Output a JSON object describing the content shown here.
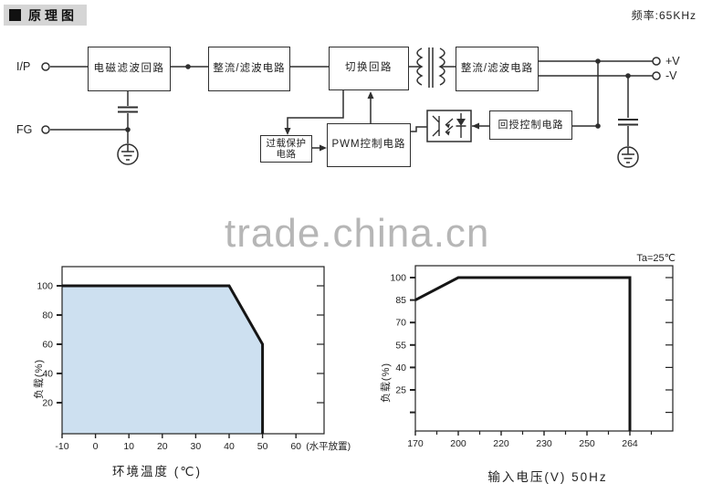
{
  "header": {
    "title_marker": "■",
    "title": "原理图",
    "frequency": "频率:65KHz"
  },
  "watermark": "trade.china.cn",
  "diagram": {
    "terminals": {
      "input": "I/P",
      "fg": "FG",
      "vplus": "+V",
      "vminus": "-V"
    },
    "blocks": {
      "emi": "电磁滤波回路",
      "rect_in": "整流/滤波电路",
      "switch": "切换回路",
      "rect_out": "整流/滤波电路",
      "feedback": "回授控制电路",
      "pwm": "PWM控制电路",
      "ovp_line1": "过载保护",
      "ovp_line2": "电路"
    },
    "icons": [
      "transformer-icon",
      "optocoupler-icon",
      "capacitor-icon",
      "earth-ground-icon"
    ]
  },
  "chart_data": [
    {
      "type": "area",
      "title": "",
      "xlabel": "环境温度 (℃)",
      "ylabel": "负载(%)",
      "x_ticks": [
        -10,
        0,
        10,
        20,
        30,
        40,
        50,
        60
      ],
      "x_suffix": "(水平放置)",
      "y_ticks": [
        20,
        40,
        60,
        80,
        100
      ],
      "xlim": [
        -10,
        68
      ],
      "ylim": [
        0,
        113
      ],
      "grid": false,
      "curve": [
        [
          -10,
          100
        ],
        [
          40,
          100
        ],
        [
          50,
          60
        ],
        [
          50,
          0
        ]
      ],
      "fill": "#cde0f0",
      "line_color": "#151515"
    },
    {
      "type": "line",
      "title": "",
      "annotation": "Ta=25℃",
      "xlabel": "输入电压(V) 50Hz",
      "ylabel": "负载(%)",
      "x_ticks": [
        170,
        200,
        220,
        230,
        250,
        264
      ],
      "x_minor_ticks": true,
      "y_ticks": [
        10,
        25,
        40,
        55,
        70,
        85,
        100
      ],
      "y_tick_labels": [
        "",
        "25",
        "40",
        "55",
        "70",
        "85",
        "100"
      ],
      "xlim": [
        170,
        292
      ],
      "ylim": [
        0,
        112
      ],
      "grid": false,
      "curve": [
        [
          170,
          85
        ],
        [
          200,
          100
        ],
        [
          264,
          100
        ],
        [
          264,
          0
        ]
      ],
      "fill": null,
      "line_color": "#151515"
    }
  ]
}
